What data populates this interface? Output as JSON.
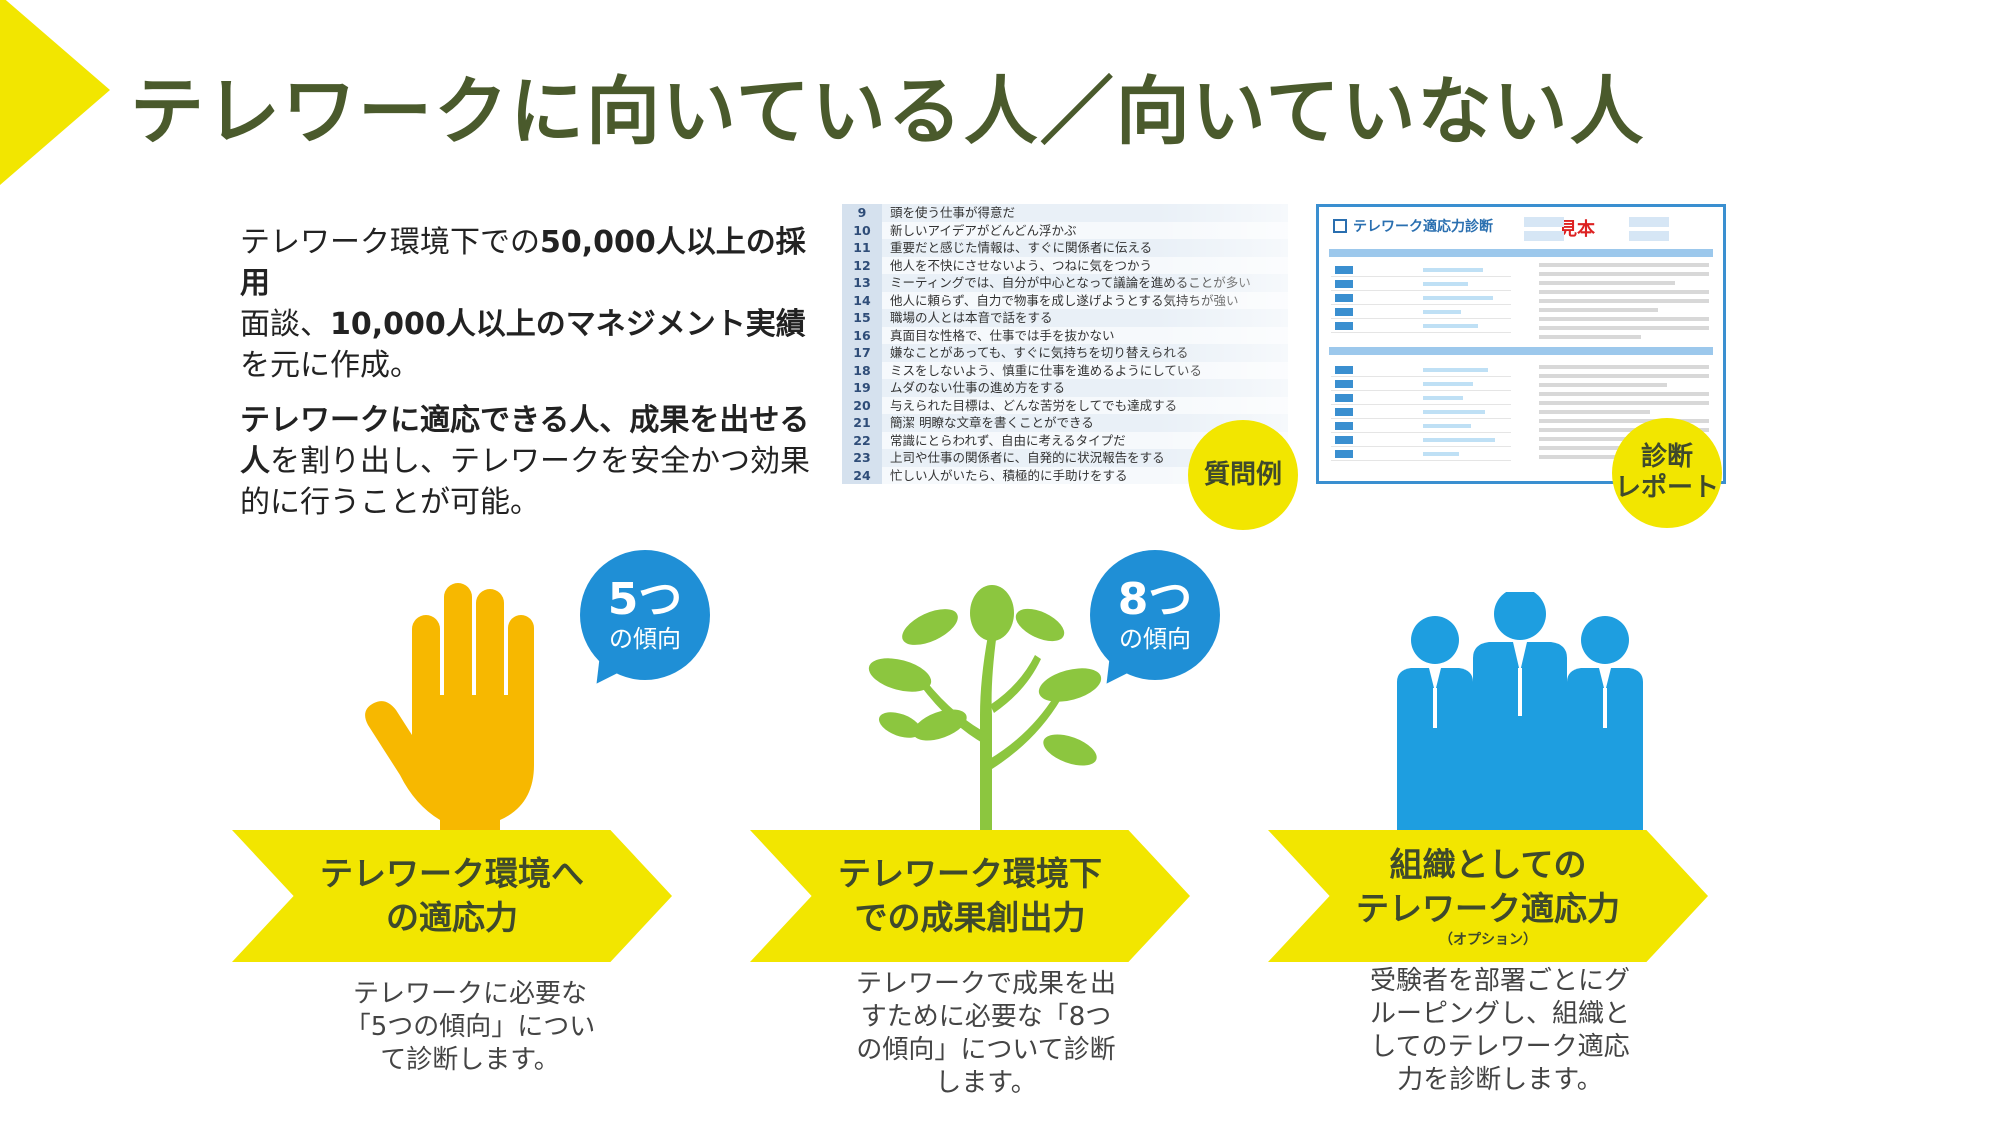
{
  "title": "テレワークに向いている人／向いていない人",
  "intro": {
    "p1_a": "テレワーク環境下での",
    "p1_b": "50,000人以上の採用",
    "p1_c": "面談、",
    "p1_d": "10,000人以上のマネジメント実績",
    "p1_e": "を元に作成。",
    "p2_a": "テレワークに適応できる人、成果を出せる人",
    "p2_b": "を割り出し、テレワークを安全かつ効果的に行うことが可能。"
  },
  "questions": [
    {
      "num": "9",
      "text": "頭を使う仕事が得意だ"
    },
    {
      "num": "10",
      "text": "新しいアイデアがどんどん浮かぶ"
    },
    {
      "num": "11",
      "text": "重要だと感じた情報は、すぐに関係者に伝える"
    },
    {
      "num": "12",
      "text": "他人を不快にさせないよう、つねに気をつかう"
    },
    {
      "num": "13",
      "text": "ミーティングでは、自分が中心となって議論を進めることが多い"
    },
    {
      "num": "14",
      "text": "他人に頼らず、自力で物事を成し遂げようとする気持ちが強い"
    },
    {
      "num": "15",
      "text": "職場の人とは本音で話をする"
    },
    {
      "num": "16",
      "text": "真面目な性格で、仕事では手を抜かない"
    },
    {
      "num": "17",
      "text": "嫌なことがあっても、すぐに気持ちを切り替えられる"
    },
    {
      "num": "18",
      "text": "ミスをしないよう、慎重に仕事を進めるようにしている"
    },
    {
      "num": "19",
      "text": "ムダのない仕事の進め方をする"
    },
    {
      "num": "20",
      "text": "与えられた目標は、どんな苦労をしてでも達成する"
    },
    {
      "num": "21",
      "text": "簡潔 明瞭な文章を書くことができる"
    },
    {
      "num": "22",
      "text": "常識にとらわれず、自由に考えるタイプだ"
    },
    {
      "num": "23",
      "text": "上司や仕事の関係者に、自発的に状況報告をする"
    },
    {
      "num": "24",
      "text": "忙しい人がいたら、積極的に手助けをする"
    }
  ],
  "report": {
    "heading": "テレワーク適応力診断",
    "stamp": "見本"
  },
  "labels": {
    "question_example": "質問例",
    "report_line1": "診断",
    "report_line2": "レポート"
  },
  "bubbles": [
    {
      "big": "5つ",
      "small": "の傾向"
    },
    {
      "big": "8つ",
      "small": "の傾向"
    }
  ],
  "arrows": [
    {
      "line1": "テレワーク環境へ",
      "line2": "の適応力",
      "sub": ""
    },
    {
      "line1": "テレワーク環境下",
      "line2": "での成果創出力",
      "sub": ""
    },
    {
      "line1": "組織としての",
      "line2": "テレワーク適応力",
      "sub": "（オプション）"
    }
  ],
  "descriptions": [
    "テレワークに必要な「5つの傾向」について診断します。",
    "テレワークで成果を出すために必要な「8つの傾向」について診断します。",
    "受験者を部署ごとにグルーピングし、組織としてのテレワーク適応力を診断します。"
  ],
  "colors": {
    "accent_yellow": "#f2e600",
    "title_green": "#4a5a2c",
    "bubble_blue": "#1f8fd6",
    "hand_orange": "#f7b800",
    "tree_green": "#8cc63f",
    "people_blue": "#1e9ee0"
  }
}
